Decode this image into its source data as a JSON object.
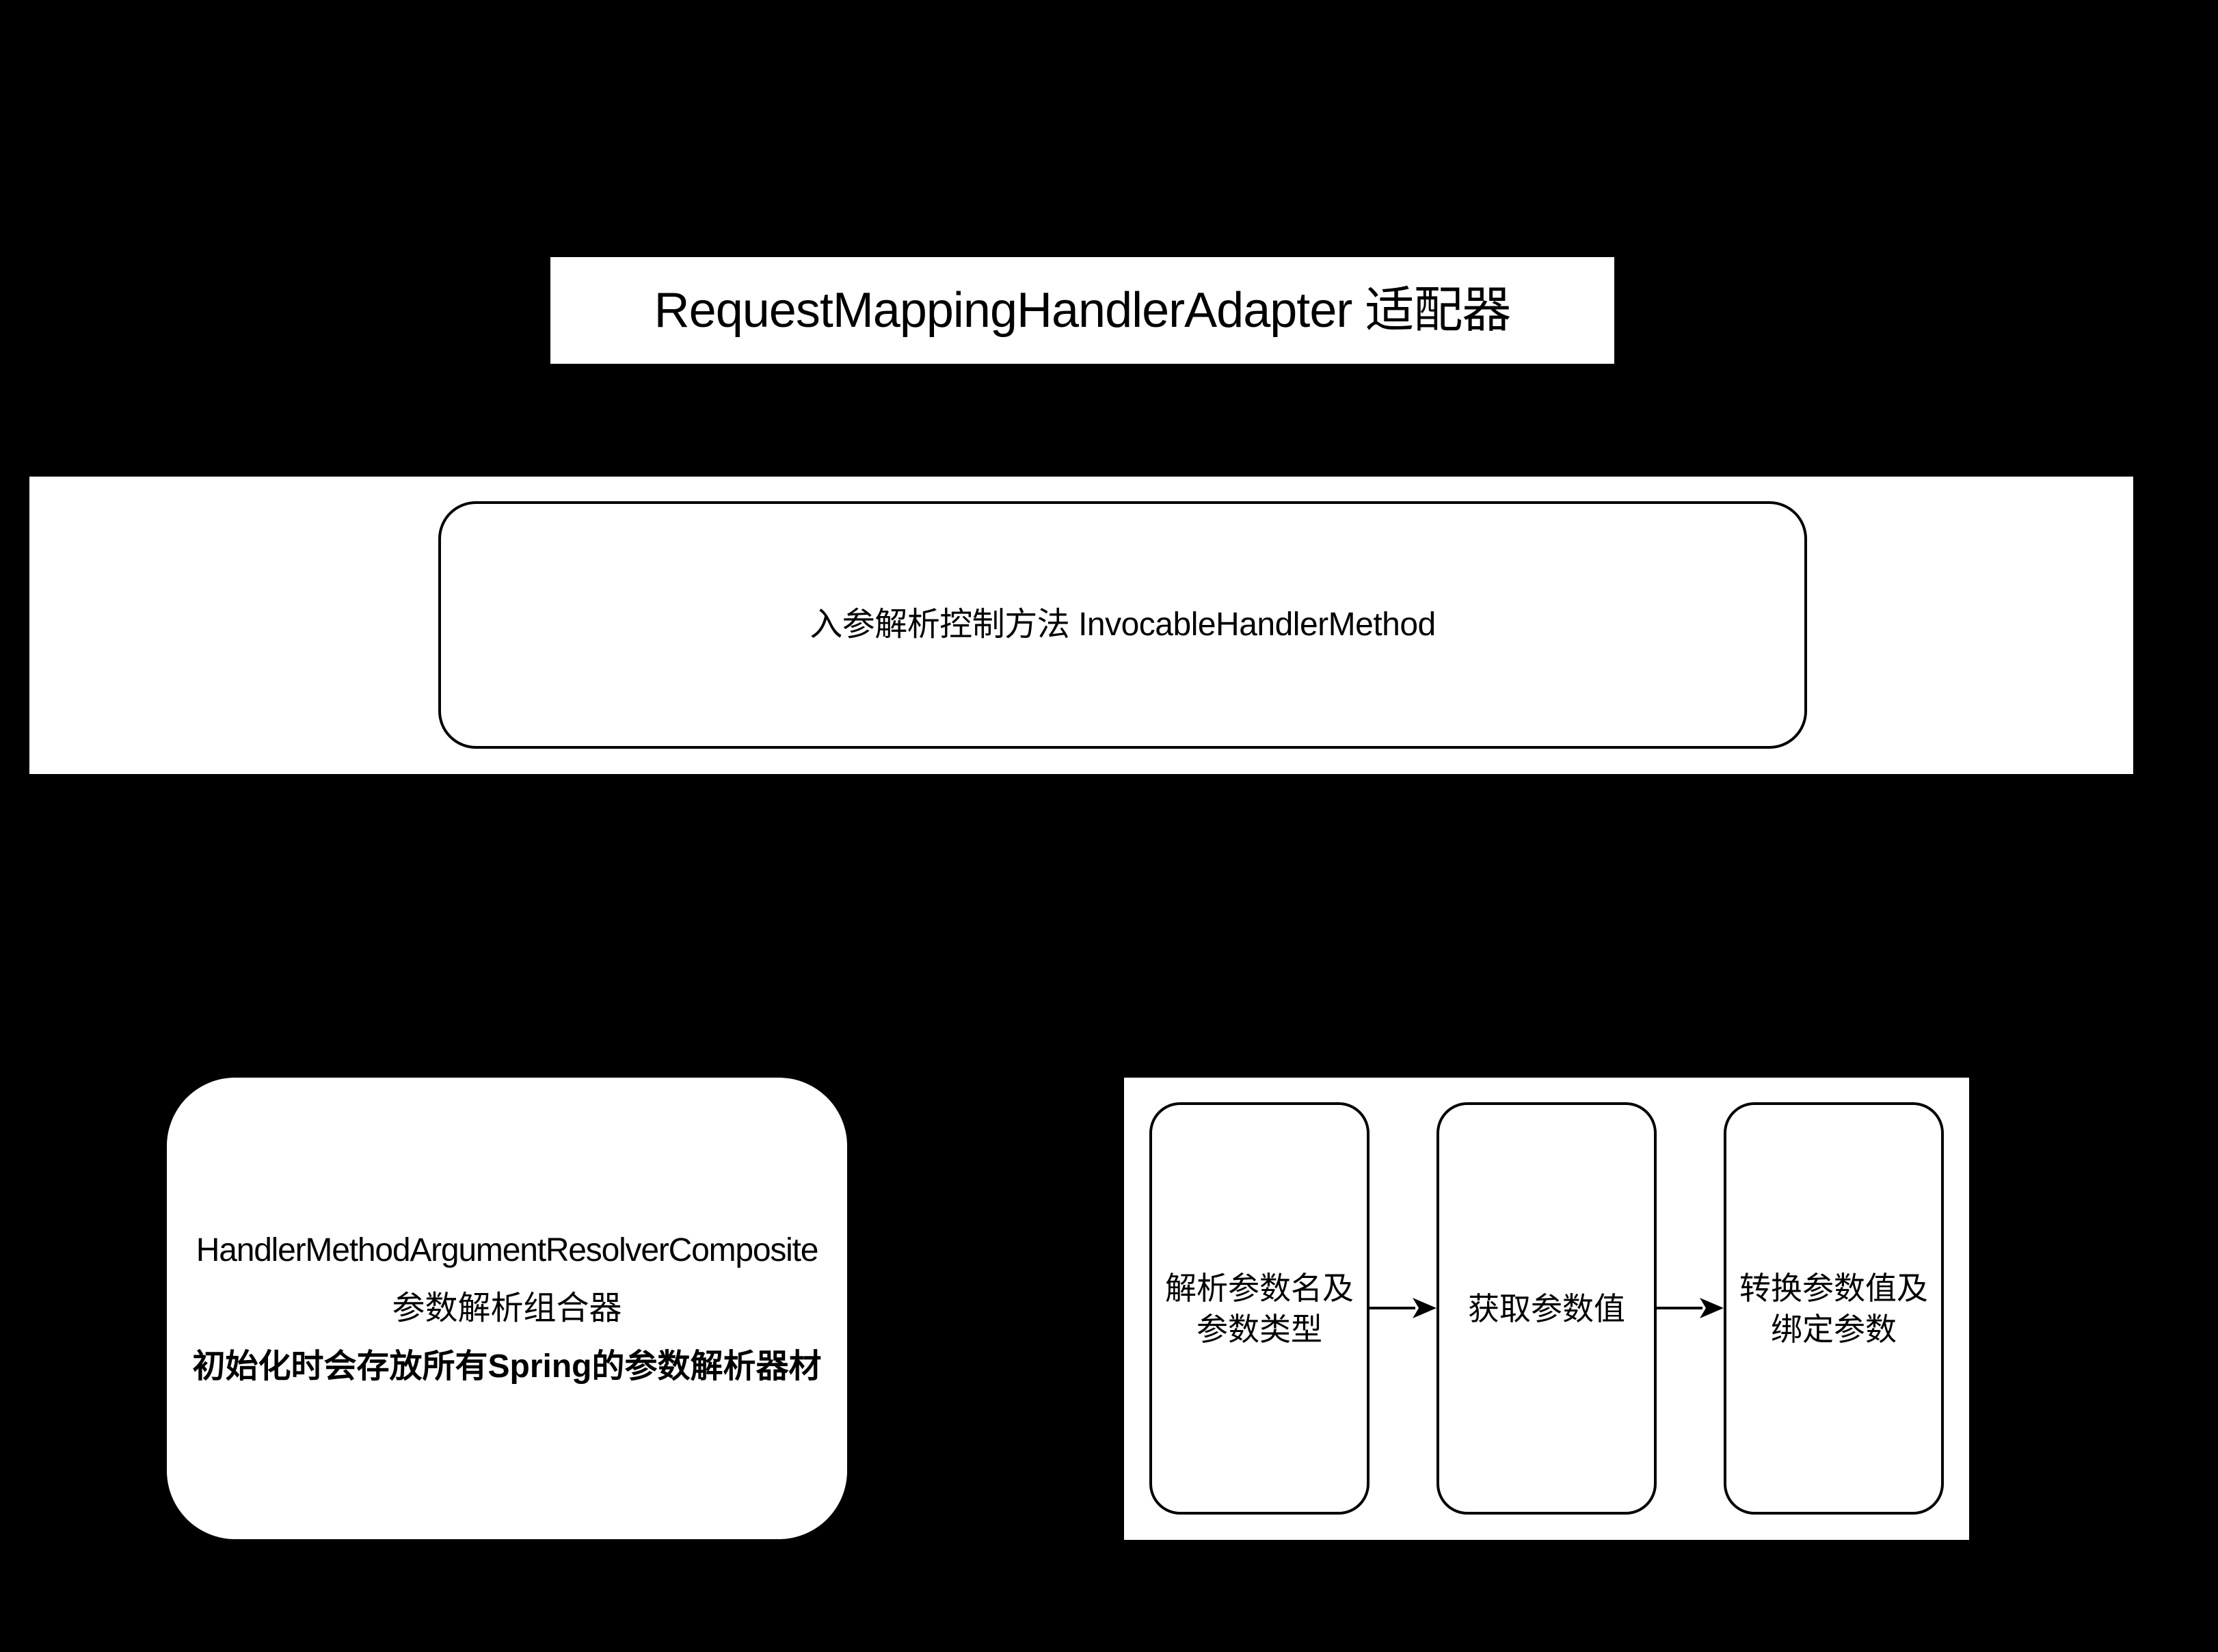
{
  "diagram": {
    "adapter": {
      "title": "RequestMappingHandlerAdapter 适配器"
    },
    "invocable_method": {
      "label": "入参解析控制方法 InvocableHandlerMethod"
    },
    "resolver_composite": {
      "class_name": "HandlerMethodArgumentResolverComposite",
      "subtitle": "参数解析组合器",
      "note": "初始化时会存放所有Spring的参数解析器材"
    },
    "flow": {
      "steps": [
        {
          "line1": "解析参数名及",
          "line2": "参数类型"
        },
        {
          "line1": "获取参数值",
          "line2": ""
        },
        {
          "line1": "转换参数值及",
          "line2": "绑定参数"
        }
      ],
      "arrows": [
        {
          "from": 0,
          "to": 1
        },
        {
          "from": 1,
          "to": 2
        }
      ]
    },
    "colors": {
      "background": "#000000",
      "node_fill": "#ffffff",
      "stroke": "#000000"
    }
  }
}
